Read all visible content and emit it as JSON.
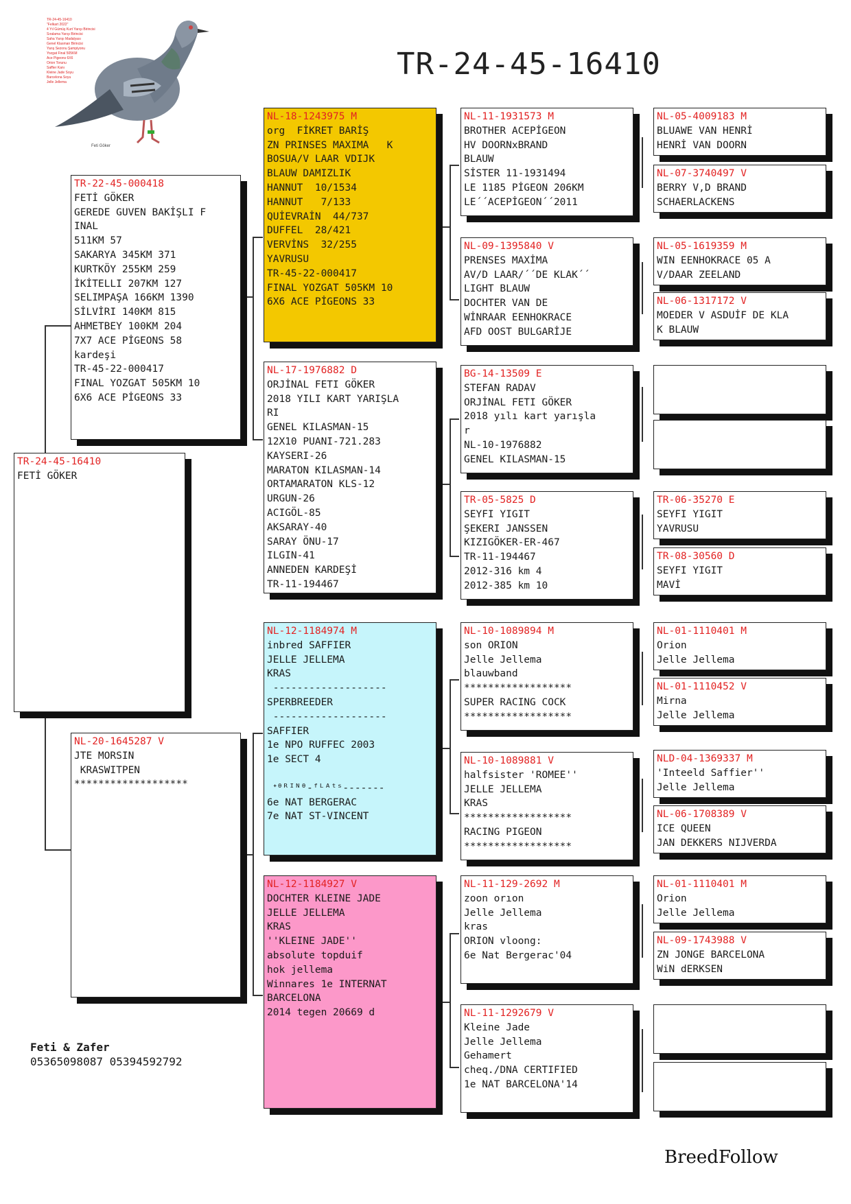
{
  "title": "TR-24-45-16410",
  "owner": {
    "name": "Feti & Zafer",
    "phone": "05365098087 05394592792"
  },
  "brand": "BreedFollow",
  "photo_caption": "Feti Göker",
  "pigeons": {
    "subject": {
      "ring": "TR-24-45-16410",
      "lines": [
        "FETİ GÖKER"
      ]
    },
    "sire": {
      "ring": "TR-22-45-000418",
      "lines": [
        "FETİ GÖKER",
        "GEREDE GUVEN BAKİŞLI F",
        "INAL",
        "511KM 57",
        "SAKARYA 345KM 371",
        "KURTKÖY 255KM 259",
        "İKİTELLI 207KM 127",
        "SELIMPAŞA 166KM 1390",
        "SİLVİRI 140KM 815",
        "AHMETBEY 100KM 204",
        "7X7 ACE PİGEONS 58",
        "kardeşi",
        "TR-45-22-000417",
        "FINAL YOZGAT 505KM 10",
        "6X6 ACE PİGEONS 33"
      ]
    },
    "dam": {
      "ring": "NL-20-1645287 V",
      "lines": [
        "JTE MORSIN",
        " KRASWITPEN",
        "*******************"
      ]
    },
    "ss": {
      "ring": "NL-18-1243975 M",
      "lines": [
        "org  FİKRET BARİŞ",
        "ZN PRINSES MAXIMA   K",
        "BOSUA/V LAAR VDIJK",
        "BLAUW DAMIZLIK",
        "HANNUT  10/1534",
        "HANNUT   7/133",
        "QUİEVRAİN  44/737",
        "DUFFEL  28/421",
        "VERVİNS  32/255",
        "YAVRUSU",
        "TR-45-22-000417",
        "FINAL YOZGAT 505KM 10",
        "6X6 ACE PİGEONS 33"
      ]
    },
    "sd": {
      "ring": "NL-17-1976882 D",
      "lines": [
        "ORJİNAL FETI GÖKER",
        "2018 YILI KART YARIŞLA",
        "RI",
        "GENEL KILASMAN-15",
        "12X10 PUANI-721.283",
        "KAYSERI-26",
        "MARATON KILASMAN-14",
        "ORTAMARATON KLS-12",
        "URGUN-26",
        "ACIGÖL-85",
        "AKSARAY-40",
        "SARAY ÖNU-17",
        "ILGIN-41",
        "ANNEDEN KARDEŞİ",
        "TR-11-194467"
      ]
    },
    "ds": {
      "ring": "NL-12-1184974 M",
      "lines": [
        "inbred SAFFIER",
        "JELLE JELLEMA",
        "KRAS",
        " -------------------",
        "SPERBREEDER",
        " -------------------",
        "SAFFIER",
        "1e NPO RUFFEC 2003",
        "1e SECT 4",
        "",
        " ᐩᶿᴿᴵᴺᶿ-ᶠᴸᴬᵗˢ-------",
        "6e NAT BERGERAC",
        "7e NAT ST-VINCENT"
      ]
    },
    "dd": {
      "ring": "NL-12-1184927 V",
      "lines": [
        "DOCHTER KLEINE JADE",
        "JELLE JELLEMA",
        "KRAS",
        "''KLEINE JADE''",
        "absolute topduif",
        "hok jellema",
        "Winnares 1e INTERNAT",
        "BARCELONA",
        "2014 tegen 20669 d"
      ]
    },
    "sss": {
      "ring": "NL-11-1931573 M",
      "lines": [
        "BROTHER ACEPİGEON",
        "HV DOORNxBRAND",
        "BLAUW",
        "SİSTER 11-1931494",
        "LE 1185 PİGEON 206KM",
        "LE´´ACEPİGEON´´2011"
      ]
    },
    "ssd": {
      "ring": "NL-09-1395840 V",
      "lines": [
        "PRENSES MAXİMA",
        "AV/D LAAR/´´DE KLAK´´",
        "LIGHT BLAUW",
        "DOCHTER VAN DE",
        "WİNRAAR EENHOKRACE",
        "AFD OOST BULGARİJE"
      ]
    },
    "sds": {
      "ring": "BG-14-13509 E",
      "lines": [
        "STEFAN RADAV",
        "ORJİNAL FETI GÖKER",
        "2018 yılı kart yarışla",
        "r",
        "NL-10-1976882",
        "GENEL KILASMAN-15"
      ]
    },
    "sdd": {
      "ring": "TR-05-5825 D",
      "lines": [
        "SEYFI YIGIT",
        "ŞEKERI JANSSEN",
        "KIZIGÖKER-ER-467",
        "TR-11-194467",
        "2012-316 km 4",
        "2012-385 km 10"
      ]
    },
    "dss": {
      "ring": "NL-10-1089894 M",
      "lines": [
        "son ORION",
        "Jelle Jellema",
        "blauwband",
        "******************",
        "SUPER RACING COCK",
        "******************"
      ]
    },
    "dsd": {
      "ring": "NL-10-1089881 V",
      "lines": [
        "halfsister 'ROMEE''",
        "JELLE JELLEMA",
        "KRAS",
        "******************",
        "RACING PIGEON",
        "******************"
      ]
    },
    "dds": {
      "ring": "NL-11-129-2692 M",
      "lines": [
        "zoon orıon",
        "Jelle Jellema",
        "kras",
        "ORION vloong:",
        "6e Nat Bergerac'04"
      ]
    },
    "ddd": {
      "ring": "NL-11-1292679 V",
      "lines": [
        "Kleine Jade",
        "Jelle Jellema",
        "Gehamert",
        "cheq./DNA CERTIFIED",
        "1e NAT BARCELONA'14"
      ]
    },
    "g1": {
      "ring": "NL-05-4009183 M",
      "lines": [
        "BLUAWE VAN HENRİ",
        "HENRİ VAN DOORN"
      ]
    },
    "g2": {
      "ring": "NL-07-3740497 V",
      "lines": [
        "BERRY V,D BRAND",
        "SCHAERLACKENS"
      ]
    },
    "g3": {
      "ring": "NL-05-1619359 M",
      "lines": [
        "WIN EENHOKRACE 05 A",
        "V/DAAR ZEELAND"
      ]
    },
    "g4": {
      "ring": "NL-06-1317172 V",
      "lines": [
        "MOEDER V ASDUİF DE KLA",
        "K BLAUW"
      ]
    },
    "g5": {
      "ring": "",
      "lines": []
    },
    "g6": {
      "ring": "",
      "lines": []
    },
    "g7": {
      "ring": "TR-06-35270 E",
      "lines": [
        "SEYFI YIGIT",
        "YAVRUSU"
      ]
    },
    "g8": {
      "ring": "TR-08-30560 D",
      "lines": [
        "SEYFI YIGIT",
        "MAVİ"
      ]
    },
    "g9": {
      "ring": "NL-01-1110401 M",
      "lines": [
        "Orion",
        "Jelle Jellema"
      ]
    },
    "g10": {
      "ring": "NL-01-1110452 V",
      "lines": [
        "Mirna",
        "Jelle Jellema"
      ]
    },
    "g11": {
      "ring": "NLD-04-1369337 M",
      "lines": [
        "'Inteeld Saffier''",
        "Jelle Jellema"
      ]
    },
    "g12": {
      "ring": "NL-06-1708389 V",
      "lines": [
        "ICE QUEEN",
        "JAN DEKKERS NIJVERDA"
      ]
    },
    "g13": {
      "ring": "NL-01-1110401 M",
      "lines": [
        "Orion",
        "Jelle Jellema"
      ]
    },
    "g14": {
      "ring": "NL-09-1743988 V",
      "lines": [
        "ZN JONGE BARCELONA",
        "WiN dERKSEN"
      ]
    },
    "g15": {
      "ring": "",
      "lines": []
    },
    "g16": {
      "ring": "",
      "lines": []
    }
  }
}
